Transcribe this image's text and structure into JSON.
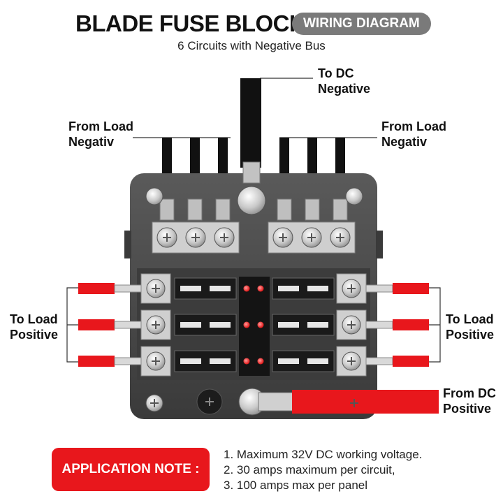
{
  "header": {
    "title": "BLADE FUSE BLOCK",
    "badge": "WIRING DIAGRAM",
    "subtitle": "6 Circuits with Negative Bus"
  },
  "labels": {
    "to_dc_negative_1": "To DC",
    "to_dc_negative_2": "Negative",
    "from_load_left_1": "From Load",
    "from_load_left_2": "Negativ",
    "from_load_right_1": "From Load",
    "from_load_right_2": "Negativ",
    "to_load_left_1": "To Load",
    "to_load_left_2": "Positive",
    "to_load_right_1": "To Load",
    "to_load_right_2": "Positive",
    "from_dc_positive_1": "From DC",
    "from_dc_positive_2": "Positive"
  },
  "application_note": {
    "label": "APPLICATION NOTE :",
    "items": [
      "1. Maximum 32V DC working voltage.",
      "2. 30 amps maximum per circuit,",
      "3. 100 amps max per panel"
    ]
  },
  "colors": {
    "positive_wire": "#e8171c",
    "negative_wire": "#111111",
    "block_body": "#4a4a4a",
    "badge_gray": "#7a7a7a",
    "led": "#ff2a2a"
  }
}
